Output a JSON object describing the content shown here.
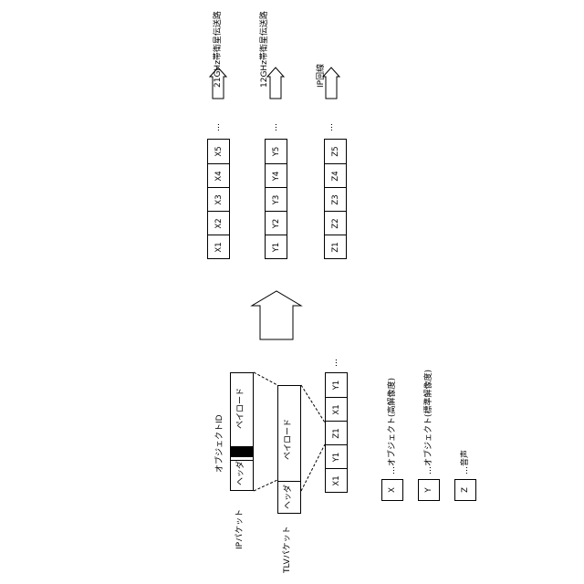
{
  "transmission": {
    "ch1_label": "21GHz帯衛星伝送路",
    "ch2_label": "12GHz帯衛星伝送路",
    "ch3_label": "IP回線",
    "ellipsis": "…",
    "row1": [
      "X1",
      "X2",
      "X3",
      "X4",
      "X5"
    ],
    "row2": [
      "Y1",
      "Y2",
      "Y3",
      "Y4",
      "Y5"
    ],
    "row3": [
      "Z1",
      "Z2",
      "Z3",
      "Z4",
      "Z5"
    ]
  },
  "ip_packet": {
    "label": "IPパケット",
    "object_id_label": "オブジェクトID",
    "header_label": "ヘッダ",
    "payload_label": "ペイロード"
  },
  "tlv_packet": {
    "label": "TLVパケット",
    "header_label": "ヘッダ",
    "payload_label": "ペイロード"
  },
  "stream": {
    "cells": [
      "X1",
      "Y1",
      "Z1",
      "X1",
      "Y1"
    ],
    "ellipsis": "…"
  },
  "legend": [
    {
      "symbol": "X",
      "text": "…オブジェクト(高解像度)"
    },
    {
      "symbol": "Y",
      "text": "…オブジェクト(標準解像度)"
    },
    {
      "symbol": "Z",
      "text": "…音声"
    }
  ]
}
